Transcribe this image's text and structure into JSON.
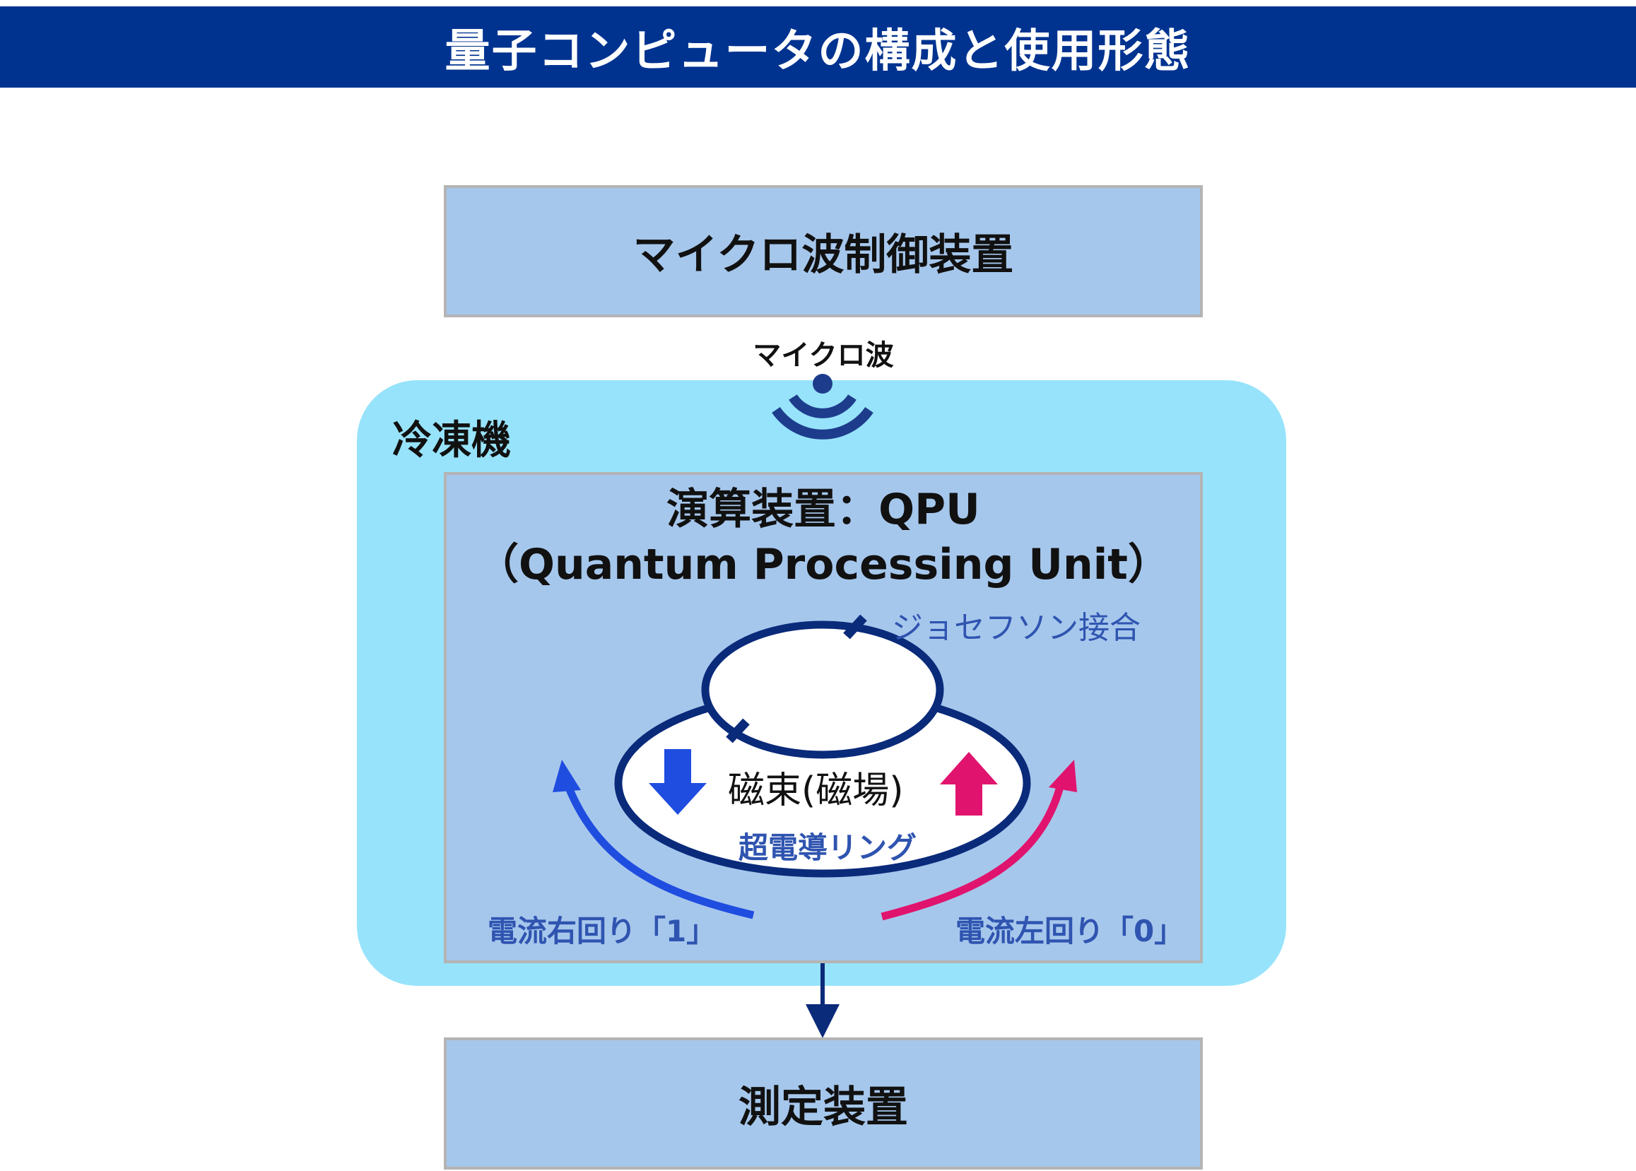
{
  "title": "量子コンピュータの構成と使用形態",
  "microwave_control": "マイクロ波制御装置",
  "microwave": "マイクロ波",
  "refrigerator": "冷凍機",
  "qpu": {
    "title": "演算装置：QPU",
    "subtitle": "（Quantum Processing Unit）",
    "josephson": "ジョセフソン接合",
    "flux": "磁束(磁場)",
    "ring": "超電導リング",
    "current_right": "電流右回り「1」",
    "current_left": "電流左回り「0」"
  },
  "measurement": "測定装置",
  "colors": {
    "title_bg": "#003390",
    "box_fill": "#a6c7ec",
    "fridge_fill": "#97e3fb",
    "ring_stroke": "#0a2a7a",
    "arrow_blue": "#1f4de0",
    "arrow_pink": "#e0146e"
  }
}
